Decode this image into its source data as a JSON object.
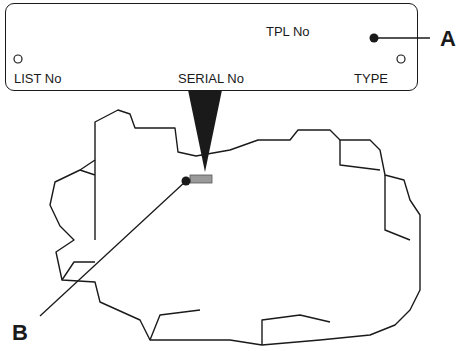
{
  "diagram": {
    "nodes": [
      {
        "text": [
          "TPL No",
          "LIST No",
          "SERIAL No",
          "TYPE"
        ]
      }
    ],
    "labels": [
      "A",
      "B"
    ]
  }
}
